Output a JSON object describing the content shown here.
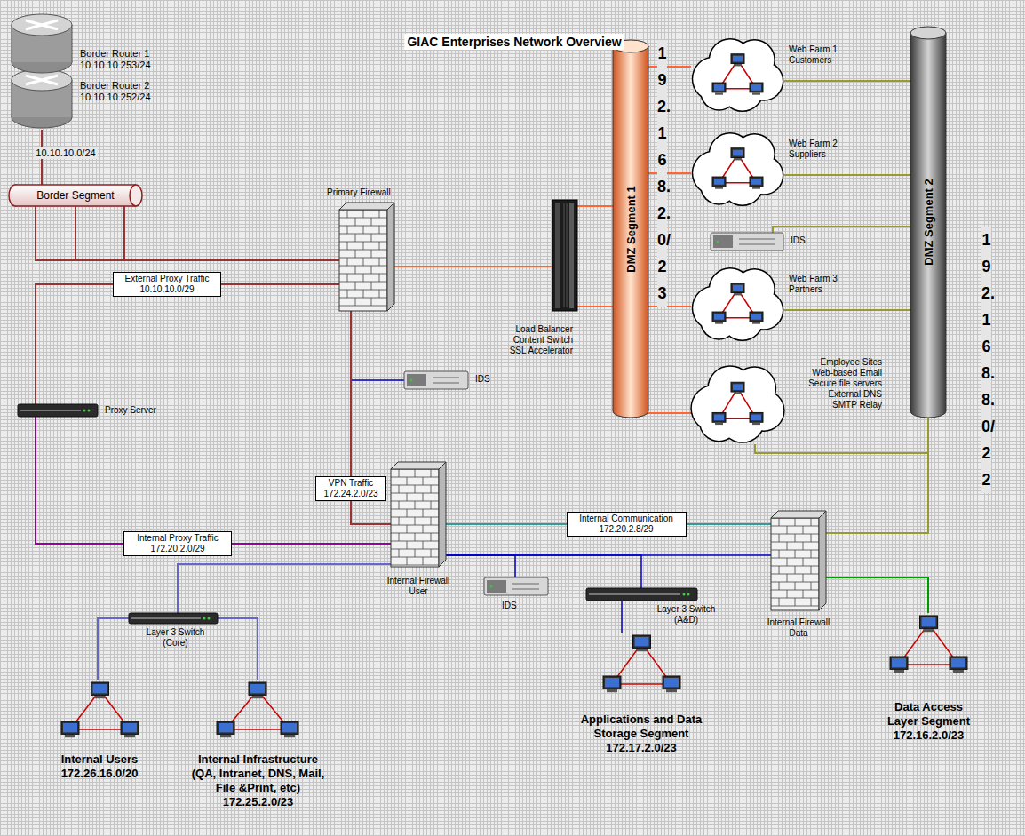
{
  "diagram": {
    "title": "GIAC Enterprises Network Overview",
    "nodes": [
      {
        "text": [
          "Border Router 1 10.10.10.253/24",
          "Border Router 2 10.10.10.252/24"
        ]
      },
      {
        "text": [
          "Border Segment"
        ]
      },
      {
        "text": [
          "Primary Firewall"
        ]
      },
      {
        "text": [
          "Proxy Server"
        ]
      },
      {
        "text": [
          "Load Balancer Content Switch SSL Accelerator"
        ]
      },
      {
        "text": [
          "DMZ Segment 1",
          "192.168.2.0/23"
        ]
      },
      {
        "text": [
          "Web Farm 1 Customers"
        ]
      },
      {
        "text": [
          "Web Farm 2 Suppliers"
        ]
      },
      {
        "text": [
          "IDS"
        ]
      },
      {
        "text": [
          "Web Farm 3 Partners"
        ]
      },
      {
        "text": [
          "Employee Sites Web-based Email Secure file servers External DNS SMTP Relay"
        ]
      },
      {
        "text": [
          "DMZ Segment 2",
          "192.168.8.0/22"
        ]
      },
      {
        "text": [
          "IDS"
        ]
      },
      {
        "text": [
          "Internal Firewall User"
        ]
      },
      {
        "text": [
          "Internal Firewall Data"
        ]
      },
      {
        "text": [
          "IDS"
        ]
      },
      {
        "text": [
          "Layer 3 Switch (A&D)"
        ]
      },
      {
        "text": [
          "Layer 3 Switch (Core)"
        ]
      },
      {
        "text": [
          "Internal Users 172.26.16.0/20"
        ]
      },
      {
        "text": [
          "Internal Infrastructure (QA, Intranet, DNS, Mail, File &Print, etc) 172.25.2.0/23"
        ]
      },
      {
        "text": [
          "Applications and Data Storage Segment 172.17.2.0/23"
        ]
      },
      {
        "text": [
          "Data Access Layer Segment 172.16.2.0/23"
        ]
      }
    ],
    "edges": [
      {
        "from": 0,
        "to": 1,
        "arrow": "none",
        "label": "10.10.10.0/24"
      },
      {
        "from": 1,
        "to": 2,
        "arrow": "none"
      },
      {
        "from": 3,
        "to": 2,
        "arrow": "none",
        "label": "External Proxy Traffic 10.10.10.0/29"
      },
      {
        "from": 2,
        "to": 4,
        "arrow": "none"
      },
      {
        "from": 4,
        "to": 5,
        "arrow": "none"
      },
      {
        "from": 5,
        "to": 6,
        "arrow": "none"
      },
      {
        "from": 5,
        "to": 7,
        "arrow": "none"
      },
      {
        "from": 5,
        "to": 9,
        "arrow": "none"
      },
      {
        "from": 5,
        "to": 10,
        "arrow": "none"
      },
      {
        "from": 6,
        "to": 11,
        "arrow": "none"
      },
      {
        "from": 7,
        "to": 11,
        "arrow": "none"
      },
      {
        "from": 8,
        "to": 11,
        "arrow": "none"
      },
      {
        "from": 9,
        "to": 11,
        "arrow": "none"
      },
      {
        "from": 10,
        "to": 11,
        "arrow": "none"
      },
      {
        "from": 2,
        "to": 12,
        "arrow": "none"
      },
      {
        "from": 2,
        "to": 13,
        "arrow": "none",
        "label": "VPN Traffic 172.24.2.0/23"
      },
      {
        "from": 3,
        "to": 13,
        "arrow": "none",
        "label": "Internal Proxy Traffic 172.20.2.0/29"
      },
      {
        "from": 13,
        "to": 14,
        "arrow": "none",
        "label": "Internal Communication 172.20.2.8/29"
      },
      {
        "from": 14,
        "to": 11,
        "arrow": "none"
      },
      {
        "from": 13,
        "to": 14,
        "arrow": "none"
      },
      {
        "from": 13,
        "to": 17,
        "arrow": "none"
      },
      {
        "from": 13,
        "to": 16,
        "arrow": "none"
      },
      {
        "from": 13,
        "to": 15,
        "arrow": "none"
      },
      {
        "from": 17,
        "to": 18,
        "arrow": "none"
      },
      {
        "from": 17,
        "to": 19,
        "arrow": "none"
      },
      {
        "from": 16,
        "to": 20,
        "arrow": "none"
      },
      {
        "from": 14,
        "to": 21,
        "arrow": "none"
      }
    ]
  }
}
